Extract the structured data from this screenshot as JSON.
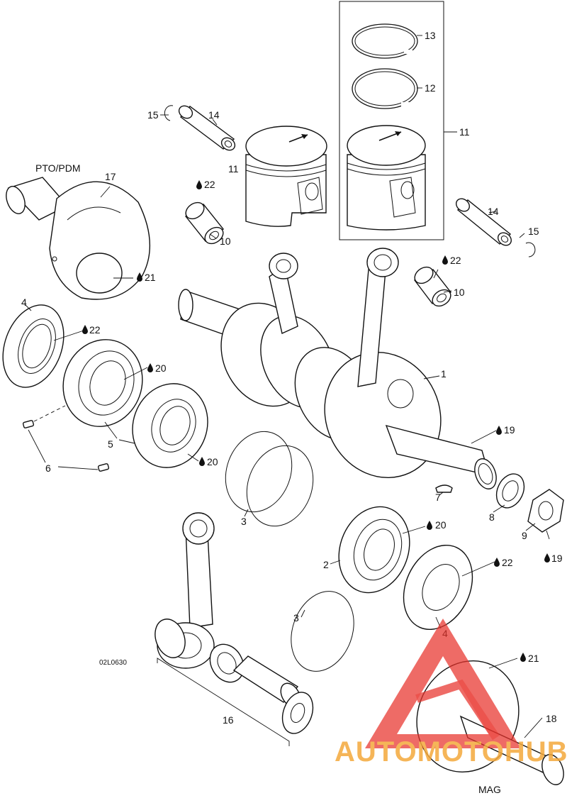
{
  "diagram": {
    "side_labels": {
      "pto": "PTO/PDM",
      "mag": "MAG"
    },
    "figure_code": "02L0630",
    "callouts": {
      "c1": "1",
      "c2": "2",
      "c3a": "3",
      "c3b": "3",
      "c4a": "4",
      "c4b": "4",
      "c5": "5",
      "c6": "6",
      "c7": "7",
      "c8": "8",
      "c9": "9",
      "c10a": "10",
      "c10b": "10",
      "c11a": "11",
      "c11b": "11",
      "c12": "12",
      "c13": "13",
      "c14a": "14",
      "c14b": "14",
      "c15a": "15",
      "c15b": "15",
      "c16": "16",
      "c17": "17",
      "c18": "18",
      "c19a": "19",
      "c19b": "19",
      "c20a": "20",
      "c20b": "20",
      "c20c": "20",
      "c21a": "21",
      "c21b": "21",
      "c22a": "22",
      "c22b": "22",
      "c22c": "22",
      "c22d": "22"
    },
    "watermark": {
      "text": "AUTOMOTOHUB",
      "colors": {
        "auto": "#f4a93b",
        "moto": "#f4a93b",
        "hub": "#404040",
        "triangle": "#e8322c"
      }
    }
  }
}
